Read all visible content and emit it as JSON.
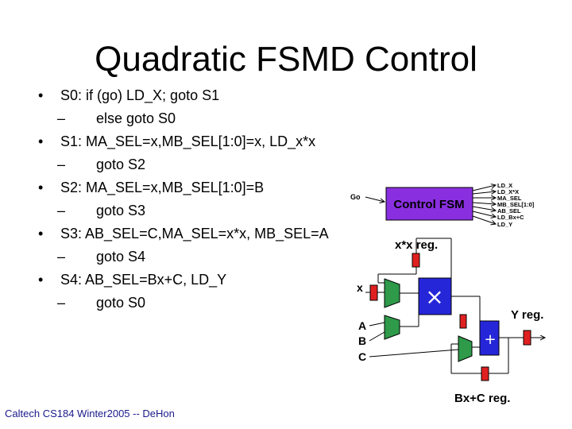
{
  "slide": {
    "title": "Quadratic FSMD Control",
    "bullets": [
      {
        "text": "S0: if (go) LD_X; goto S1",
        "sub": "else goto S0"
      },
      {
        "text": "S1: MA_SEL=x,MB_SEL[1:0]=x, LD_x*x",
        "sub": "goto S2"
      },
      {
        "text": "S2: MA_SEL=x,MB_SEL[1:0]=B",
        "sub": "goto S3"
      },
      {
        "text": "S3: AB_SEL=C,MA_SEL=x*x, MB_SEL=A",
        "sub": "goto S4"
      },
      {
        "text": "S4: AB_SEL=Bx+C, LD_Y",
        "sub": "goto S0"
      }
    ],
    "bullet_glyph": "•",
    "dash_glyph": "–",
    "footer": "Caltech CS184 Winter2005 -- DeHon"
  },
  "diagram": {
    "go_label": "Go",
    "fsm_label": "Control FSM",
    "signals": [
      "LD_X",
      "LD_X*X",
      "MA_SEL",
      "MB_SEL[1:0]",
      "AB_SEL",
      "LD_Bx+C",
      "LD_Y"
    ],
    "xx_reg_label": "x*x reg.",
    "x_input": "x",
    "inputs": [
      "A",
      "B",
      "C"
    ],
    "mult_symbol": "×",
    "add_symbol": "+",
    "y_reg_label": "Y reg.",
    "bxc_reg_label": "Bx+C reg.",
    "colors": {
      "fsm_fill": "#8a2fe0",
      "mux_fill": "#2e9a4a",
      "alu_fill": "#2626d9",
      "reg_fill": "#e02020"
    }
  }
}
